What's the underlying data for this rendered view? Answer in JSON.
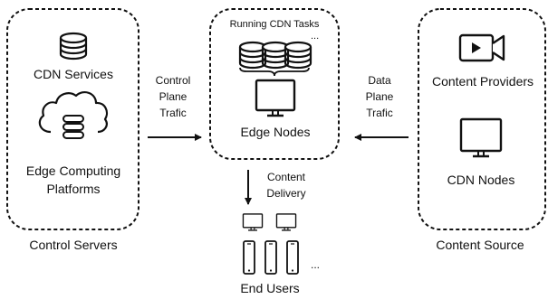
{
  "diagram": {
    "groups": {
      "control_servers": {
        "caption": "Control Servers",
        "services_label": "CDN Services",
        "platforms_label_line1": "Edge Computing",
        "platforms_label_line2": "Platforms"
      },
      "edge": {
        "tasks_label": "Running CDN Tasks",
        "tasks_ellipsis": "...",
        "nodes_label": "Edge Nodes"
      },
      "content_source": {
        "caption": "Content Source",
        "providers_label": "Content Providers",
        "cdn_nodes_label": "CDN Nodes"
      }
    },
    "flows": {
      "control": {
        "line1": "Control",
        "line2": "Plane",
        "line3": "Trafic"
      },
      "data": {
        "line1": "Data",
        "line2": "Plane",
        "line3": "Trafic"
      },
      "delivery": {
        "line1": "Content",
        "line2": "Delivery"
      }
    },
    "end_users": {
      "label": "End Users",
      "ellipsis": "..."
    },
    "icons": [
      "database-icon",
      "cloud-server-icon",
      "monitor-icon",
      "video-camera-icon",
      "smartphone-icon"
    ],
    "colors": {
      "stroke": "#111111",
      "background": "#ffffff"
    }
  }
}
